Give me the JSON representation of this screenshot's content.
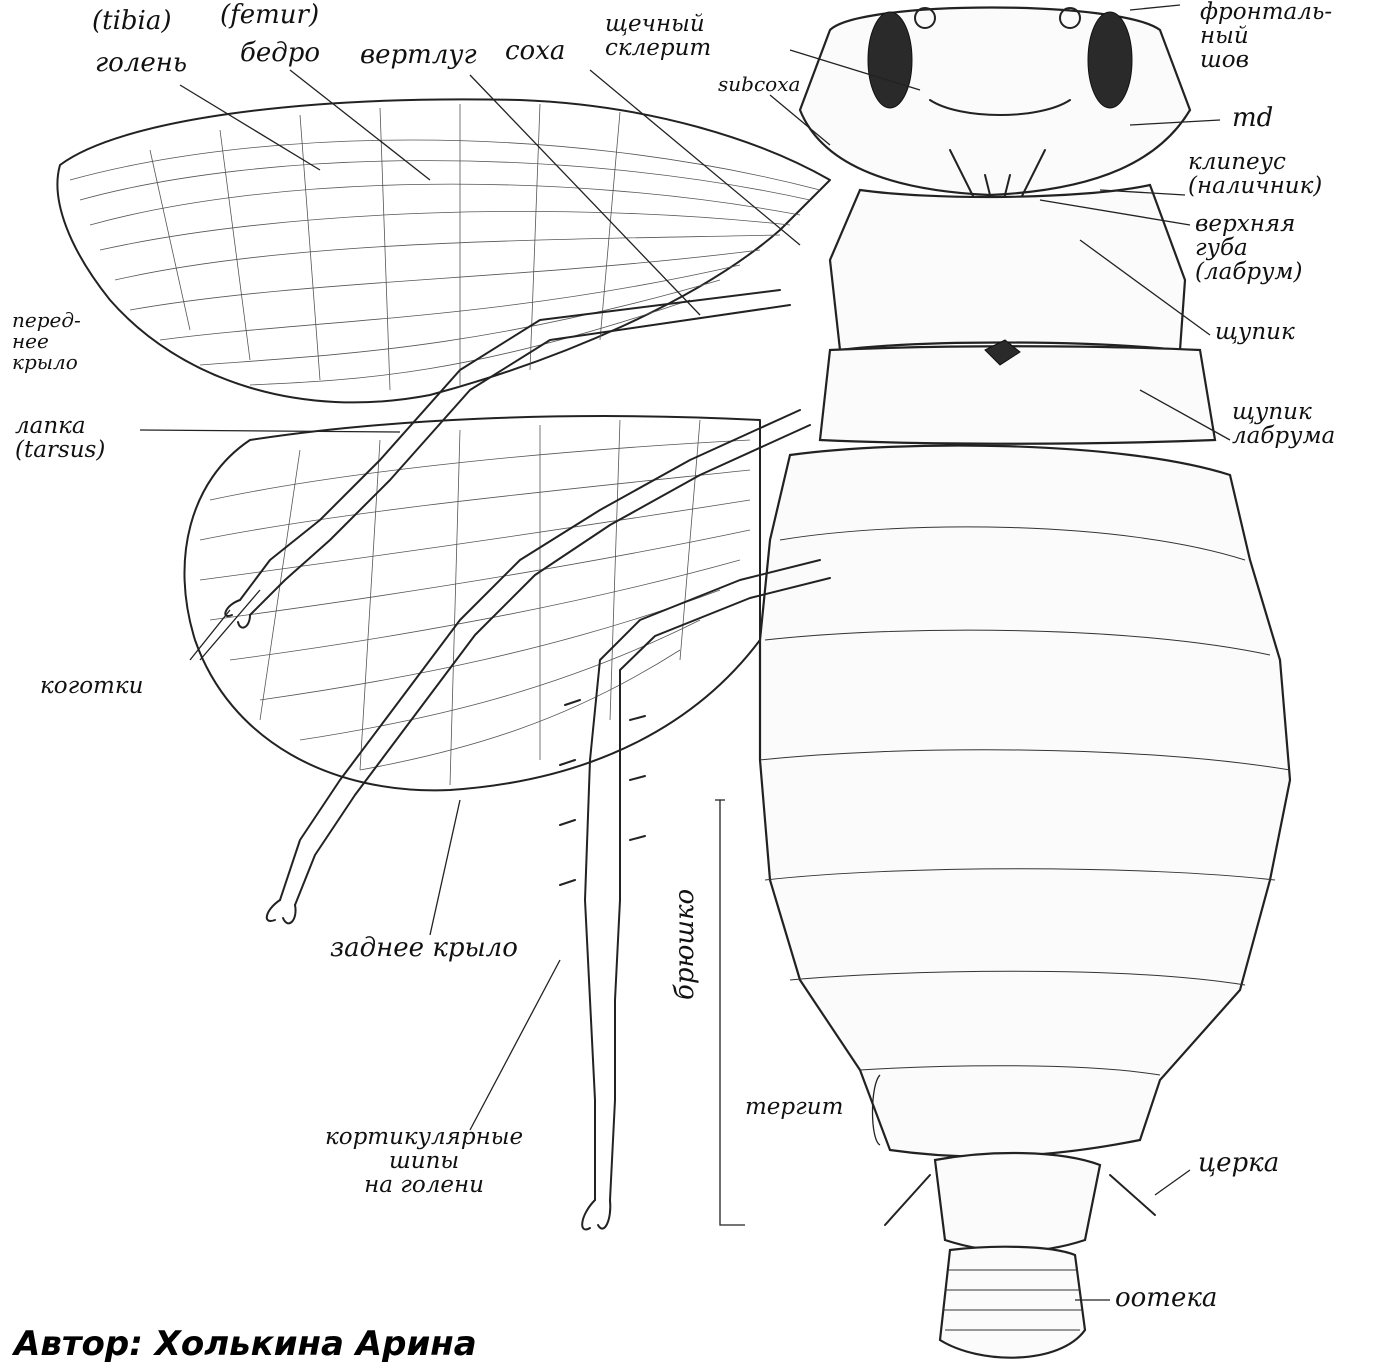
{
  "labels": {
    "tibia_latin": "(tibia)",
    "femur_latin": "(femur)",
    "tibia_ru": "голень",
    "femur_ru": "бедро",
    "trochanter": "вертлуг",
    "coxa": "соха",
    "gena_sclerite": "щечный\nсклерит",
    "subcoxa": "subcoxa",
    "frontal_suture": "фронталь-\nный\nшов",
    "mandible": "md",
    "clypeus": "клипеус\n(наличник)",
    "labrum": "верхняя\nгуба\n(лабрум)",
    "palp": "щупик",
    "labial_palp": "щупик\nлабрума",
    "forewing": "перед-\nнее\nкрыло",
    "tarsus": "лапка\n(tarsus)",
    "claws": "коготки",
    "hindwing": "заднее крыло",
    "abdomen": "брюшко",
    "tergite": "тергит",
    "cercus": "церка",
    "ootheca": "оотека",
    "tibial_spines": "кортикулярные\nшипы\nна голени"
  },
  "author": "Автор: Холькина Арина"
}
